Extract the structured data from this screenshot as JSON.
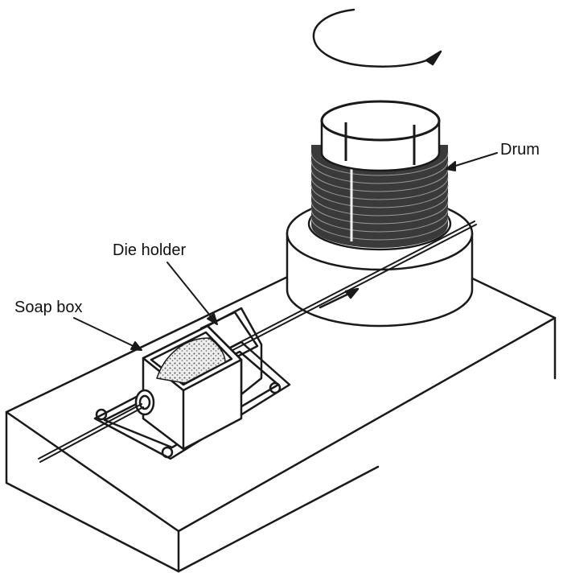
{
  "labels": {
    "drum": "Drum",
    "die_holder": "Die holder",
    "soap_box": "Soap box"
  },
  "colors": {
    "ink": "#1a1a1a",
    "paper": "#ffffff",
    "soap": "#dcdcdc"
  },
  "icons": {
    "rotation": "rotation-arrow-icon",
    "wire_direction": "wire-direction-arrow-icon"
  }
}
